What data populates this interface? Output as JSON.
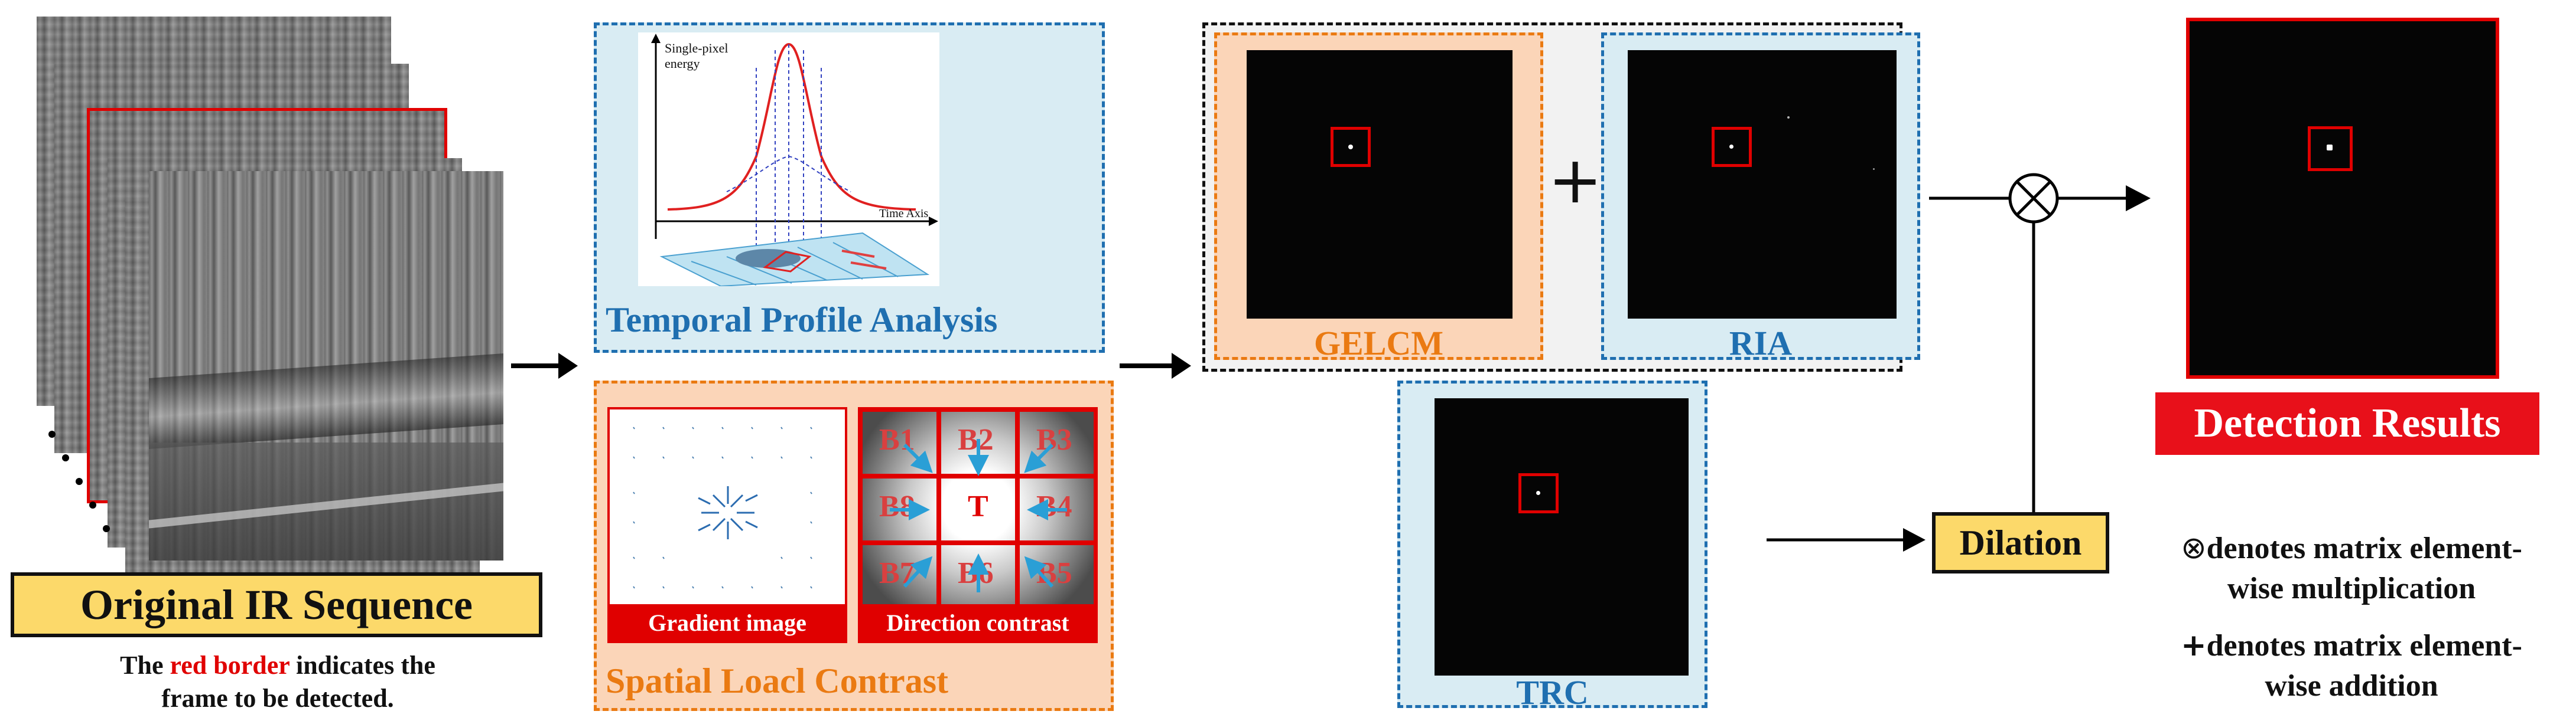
{
  "sequence": {
    "title": "Original IR Sequence",
    "note_prefix": "The ",
    "note_highlight": "red border",
    "note_suffix": " indicates the",
    "note_line2": "frame to be detected."
  },
  "temporal": {
    "label": "Temporal Profile Analysis",
    "y_axis_label_line1": "Single-pixel",
    "y_axis_label_line2": "energy",
    "x_axis_label": "Time Axis"
  },
  "spatial": {
    "label": "Spatial Loacl Contrast",
    "gradient_caption": "Gradient image",
    "direction_caption": "Direction contrast",
    "cells": [
      "B1",
      "B2",
      "B3",
      "B8",
      "T",
      "B4",
      "B7",
      "B6",
      "B5"
    ]
  },
  "modules": {
    "gelcm": "GELCM",
    "ria": "RIA",
    "trc": "TRC",
    "plus_symbol": "+",
    "dilation": "Dilation",
    "otimes_symbol": "⊗"
  },
  "result": {
    "title": "Detection Results"
  },
  "legend": {
    "mult_symbol": "⊗",
    "mult_line1": "denotes matrix element-",
    "mult_line2": "wise multiplication",
    "add_symbol": "+",
    "add_line1": "denotes matrix element-",
    "add_line2": "wise addition"
  },
  "colors": {
    "blue_box": "#1f6fb0",
    "orange_box": "#ea7a12",
    "blue_fill": "#d9ecf3",
    "orange_fill": "#fbd5b8",
    "red": "#e00000",
    "yellow_fill": "#fcd96a"
  }
}
